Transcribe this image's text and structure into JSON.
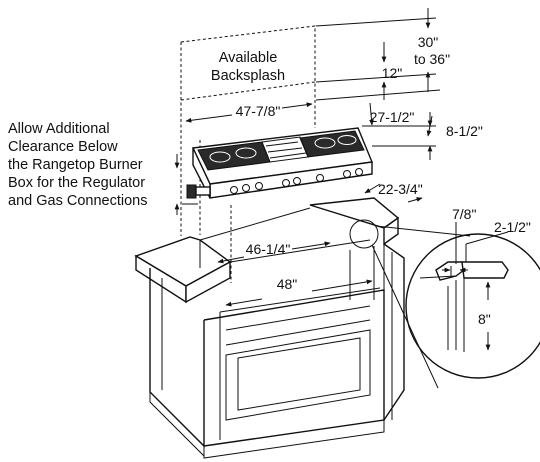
{
  "diagram": {
    "backsplash_label": [
      "Available",
      "Backsplash"
    ],
    "clearance_note": [
      "Allow Additional",
      "Clearance Below",
      "the Rangetop Burner",
      "Box for the Regulator",
      "and Gas Connections"
    ],
    "dimensions": {
      "backsplash_height": [
        "30\"",
        "to 36\""
      ],
      "backsplash_gap": "12\"",
      "cutout_width_top": "47-7/8\"",
      "rangetop_depth": "27-1/2\"",
      "burner_box_height": "8-1/2\"",
      "cutout_depth": "22-3/4\"",
      "counter_lip": "7/8\"",
      "counter_overhang": "2-1/2\"",
      "cabinet_opening_width": "46-1/4\"",
      "cabinet_width": "48\"",
      "counter_thickness": "8\""
    }
  }
}
